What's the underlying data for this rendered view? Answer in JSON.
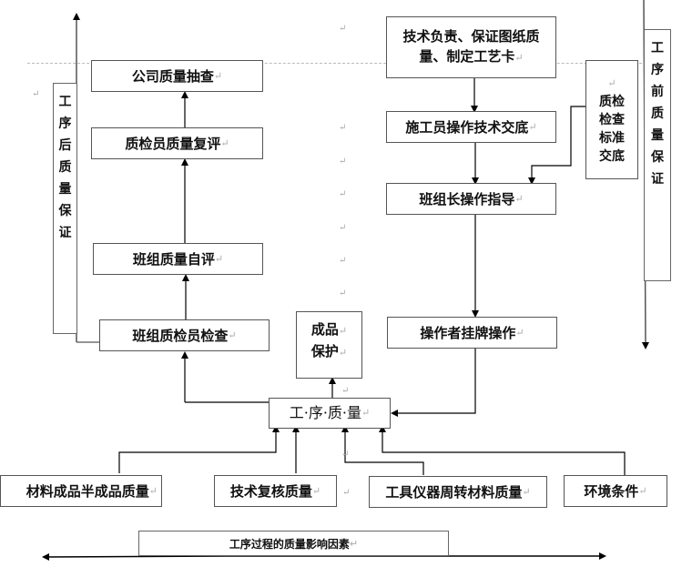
{
  "diagram": {
    "pre_process": {
      "label_chars": [
        "工",
        "序",
        "前",
        "质",
        "量",
        "保",
        "证"
      ],
      "title_box": "技术负责、保证图纸质量、制定工艺卡",
      "title_box_lines": [
        "技术负责、保证图纸质",
        "量、制定工艺卡"
      ],
      "step_briefing": "施工员操作技术交底",
      "step_guidance": "班组长操作指导",
      "step_operation": "操作者挂牌操作",
      "inspection_standard_lines": [
        "质检",
        "检查",
        "标准",
        "交底"
      ]
    },
    "post_process": {
      "label_chars": [
        "工",
        "序",
        "后",
        "质",
        "量",
        "保",
        "证"
      ],
      "step_company": "公司质量抽查",
      "step_reevaluation": "质检员质量复评",
      "step_self_eval": "班组质量自评",
      "step_team_check": "班组质检员检查"
    },
    "center": {
      "process_quality": "工·序·质·量",
      "product_protection_lines": [
        "成品",
        "保护"
      ]
    },
    "factors": {
      "materials": "材料成品半成品质量",
      "tech_review": "技术复核质量",
      "tools": "工具仪器周转材料质量",
      "environment": "环境条件"
    },
    "footer": {
      "influence_factors": "工序过程的质量影响因素"
    },
    "paragraph_mark": "↵"
  }
}
